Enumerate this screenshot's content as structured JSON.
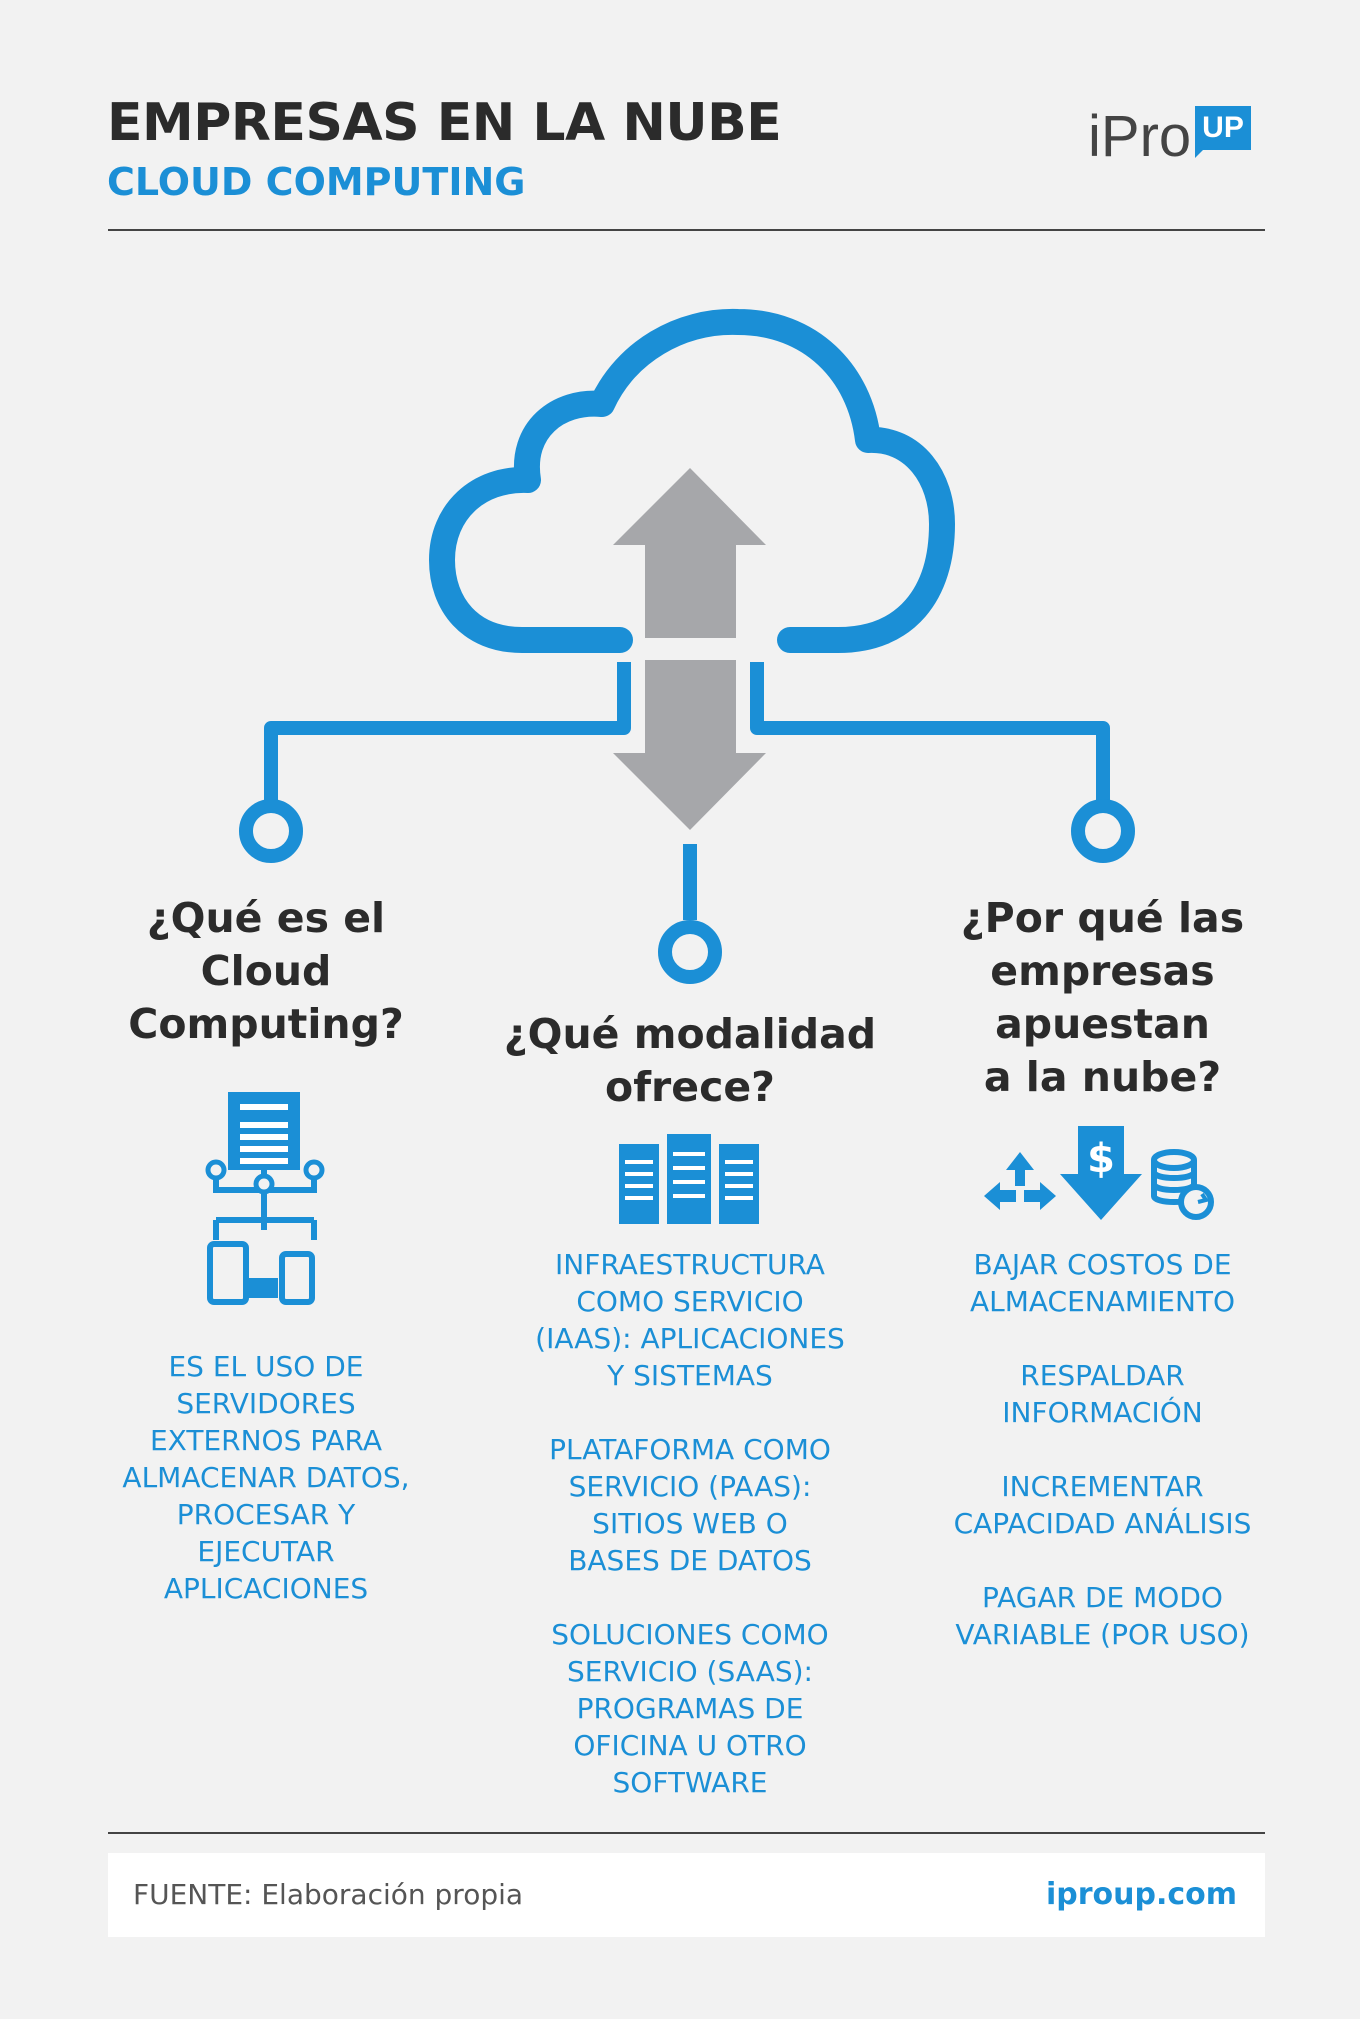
{
  "header": {
    "title": "EMPRESAS EN LA NUBE",
    "subtitle": "CLOUD COMPUTING",
    "logo_text": "iPro",
    "logo_badge": "UP"
  },
  "sections": [
    {
      "heading_lines": [
        "¿Qué es el",
        "Cloud",
        "Computing?"
      ],
      "icon": "server-network-devices-icon",
      "paragraphs": [
        [
          "ES EL USO DE",
          "SERVIDORES",
          "EXTERNOS PARA",
          "ALMACENAR DATOS,",
          "PROCESAR Y",
          "EJECUTAR",
          "APLICACIONES"
        ]
      ]
    },
    {
      "heading_lines": [
        "¿Qué modalidad",
        "ofrece?"
      ],
      "icon": "servers-icon",
      "paragraphs": [
        [
          "INFRAESTRUCTURA",
          "COMO SERVICIO",
          "(IAAS): APLICACIONES",
          "Y SISTEMAS"
        ],
        [
          "PLATAFORMA COMO",
          "SERVICIO (PAAS):",
          "SITIOS WEB O",
          "BASES DE DATOS"
        ],
        [
          "SOLUCIONES COMO",
          "SERVICIO (SAAS):",
          "PROGRAMAS DE",
          "OFICINA U OTRO",
          "SOFTWARE"
        ]
      ]
    },
    {
      "heading_lines": [
        "¿Por qué las",
        "empresas",
        "apuestan",
        "a la nube?"
      ],
      "icon": "arrows-dollar-database-icon",
      "paragraphs": [
        [
          "BAJAR COSTOS DE",
          "ALMACENAMIENTO"
        ],
        [
          "RESPALDAR",
          "INFORMACIÓN"
        ],
        [
          "INCREMENTAR",
          "CAPACIDAD ANÁLISIS"
        ],
        [
          "PAGAR DE MODO",
          "VARIABLE (POR USO)"
        ]
      ]
    }
  ],
  "footer": {
    "source": "FUENTE: Elaboración propia",
    "url": "iproup.com"
  },
  "colors": {
    "accent": "#1b8fd6",
    "arrow": "#a6a7aa",
    "text_dark": "#2b2b2b",
    "background": "#f2f2f2"
  }
}
